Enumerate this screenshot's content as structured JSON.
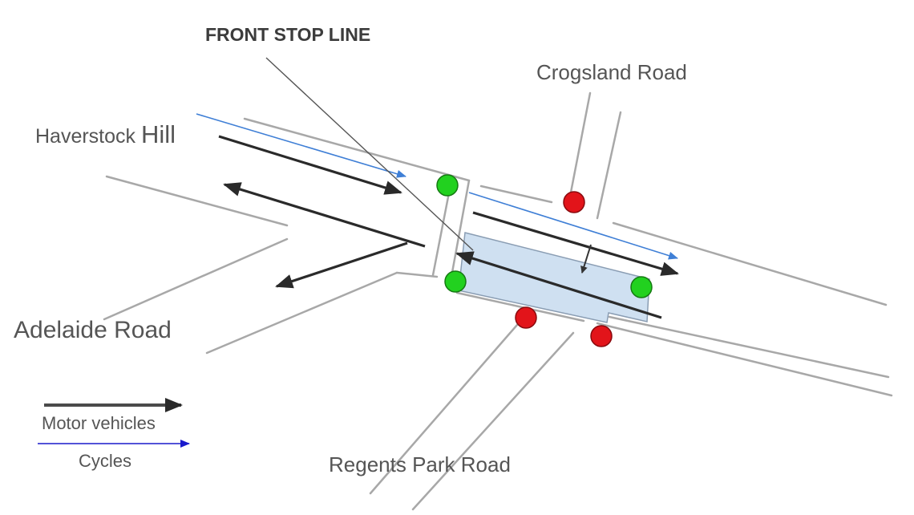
{
  "labels": {
    "front_stop_line": "FRONT STOP LINE",
    "haverstock_hill_part1": "Haverstock ",
    "haverstock_hill_part2": "Hill",
    "crogsland_road": "Crogsland Road",
    "adelaide_road": "Adelaide Road",
    "regents_park_road": "Regents Park Road"
  },
  "legend": {
    "motor_vehicles": "Motor vehicles",
    "cycles": "Cycles"
  },
  "colors": {
    "road_edge": "#a8a8a8",
    "motor_vehicle_arrow": "#2a2a2a",
    "cycle_arrow": "#3f7fd6",
    "legend_cycle_arrow": "#1a1acc",
    "advanced_stop_box": "#cfe0f1",
    "signal_green": "#22d11f",
    "signal_red": "#e2141a"
  },
  "signals": {
    "green_count": 3,
    "red_count": 3
  }
}
